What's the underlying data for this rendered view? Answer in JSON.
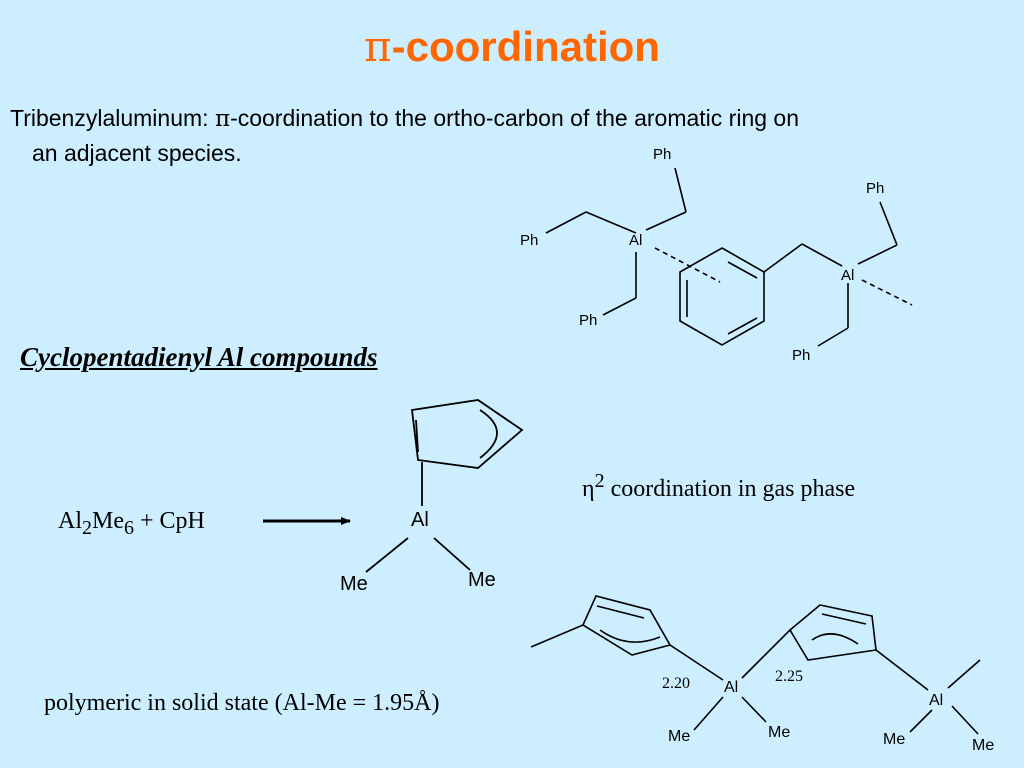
{
  "slide": {
    "title_symbol": "π",
    "title_text": "-coordination",
    "intro_line1_a": "Tribenzylaluminum: ",
    "intro_line1_symbol": "π",
    "intro_line1_b": "-coordination to the ortho-carbon of the aromatic ring on",
    "intro_line2": "an adjacent species.",
    "section_title": "Cyclopentadienyl Al compounds",
    "reaction": {
      "al": "Al",
      "al_sub": "2",
      "me": "Me",
      "me_sub": "6",
      "plus_cph": " + CpH"
    },
    "gas_phase": {
      "symbol": "η",
      "sup": "2",
      "text": " coordination in gas phase"
    },
    "solid_state": "polymeric in solid state (Al-Me = 1.95Å)"
  },
  "structures": {
    "tribenzyl": {
      "ph_top": "Ph",
      "ph_left": "Ph",
      "ph_bottom_left": "Ph",
      "al_left": "Al",
      "ph_top_right": "Ph",
      "al_right": "Al",
      "ph_bottom_right": "Ph"
    },
    "cp_monomer": {
      "al": "Al",
      "me_left": "Me",
      "me_right": "Me"
    },
    "polymer": {
      "bond_1": "2.20",
      "bond_2": "2.25",
      "al_1": "Al",
      "me_1a": "Me",
      "me_1b": "Me",
      "al_2": "Al",
      "me_2a": "Me",
      "me_2b": "Me"
    }
  }
}
